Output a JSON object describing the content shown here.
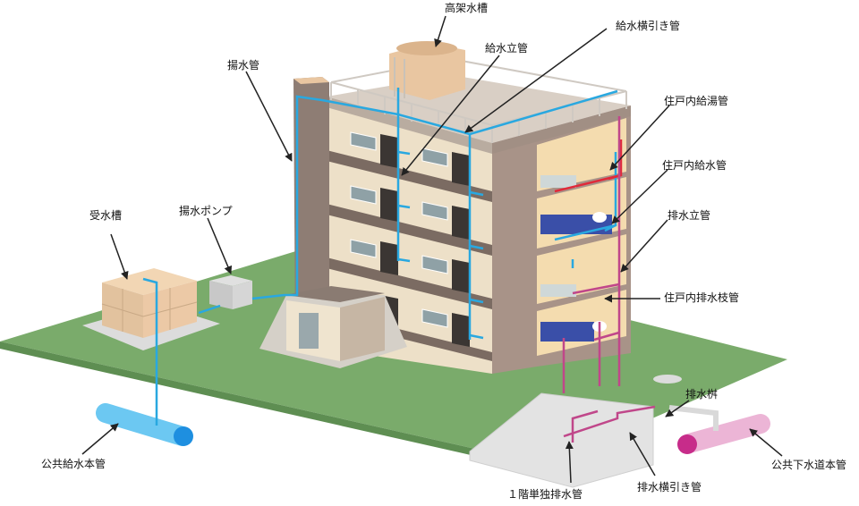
{
  "labels": {
    "elevated_tank": "高架水槽",
    "supply_riser": "給水立管",
    "supply_horizontal": "給水横引き管",
    "pumping_pipe": "揚水管",
    "hot_water_pipe": "住戸内給湯管",
    "unit_supply_pipe": "住戸内給水管",
    "drain_riser": "排水立管",
    "unit_drain_branch": "住戸内排水枝管",
    "receiving_tank": "受水槽",
    "pump": "揚水ポンプ",
    "drain_basin": "排水桝",
    "public_water_main": "公共給水本管",
    "public_sewer_main": "公共下水道本管",
    "first_floor_drain": "１階単独排水管",
    "drain_horizontal": "排水横引き管"
  },
  "colors": {
    "ground": "#7aab6b",
    "supply_pipe": "#29a8e0",
    "drain_pipe": "#c0478a",
    "hot_pipe": "#e02a3a",
    "wall": "#ede0c8",
    "corridor": "#7b6b62",
    "water_main": "#6cc8f2",
    "sewer_main": "#ecb5d6"
  }
}
